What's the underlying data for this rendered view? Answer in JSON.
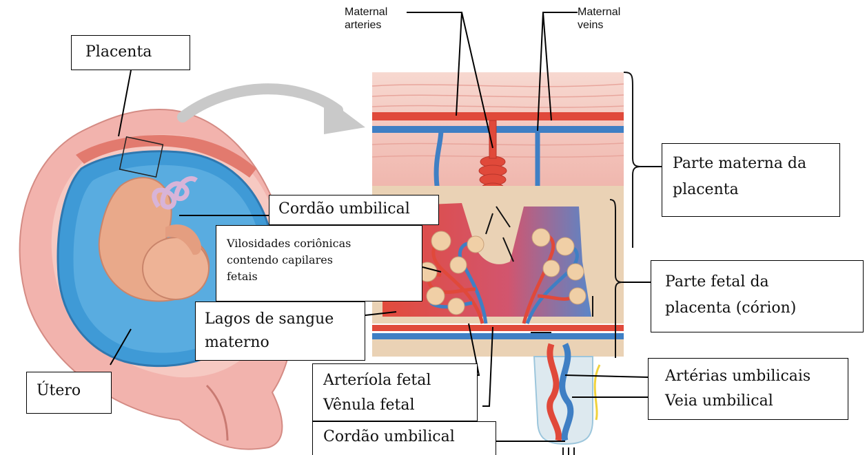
{
  "english_labels": {
    "maternal_arteries": [
      "Maternal",
      "arteries"
    ],
    "maternal_veins": [
      "Maternal",
      "veins"
    ]
  },
  "portuguese_labels": {
    "placenta": "Placenta",
    "utero": "Útero",
    "cordao_umbilical_top": "Cordão umbilical",
    "vilosidades": [
      "Vilosidades coriônicas",
      "contendo capilares",
      "fetais"
    ],
    "lagos": [
      "Lagos de sangue",
      "materno"
    ],
    "parte_materna": [
      "Parte materna da",
      "placenta"
    ],
    "parte_fetal": [
      "Parte fetal da",
      "placenta (córion)"
    ],
    "arteriola_fetal": "Arteríola fetal",
    "venula_fetal": "Vênula fetal",
    "arterias_umbilicais": "Artérias umbilicais",
    "veia_umbilical": "Veia umbilical",
    "cordao_umbilical_bottom": "Cordão umbilical"
  },
  "colors": {
    "artery_red": "#e0493a",
    "vein_blue": "#3f7fc4",
    "uterus_pink": "#f2b3ad",
    "amniotic_blue": "#3f9ad6",
    "fetus_skin": "#e9a98a",
    "tissue_tan": "#ead2b5"
  }
}
